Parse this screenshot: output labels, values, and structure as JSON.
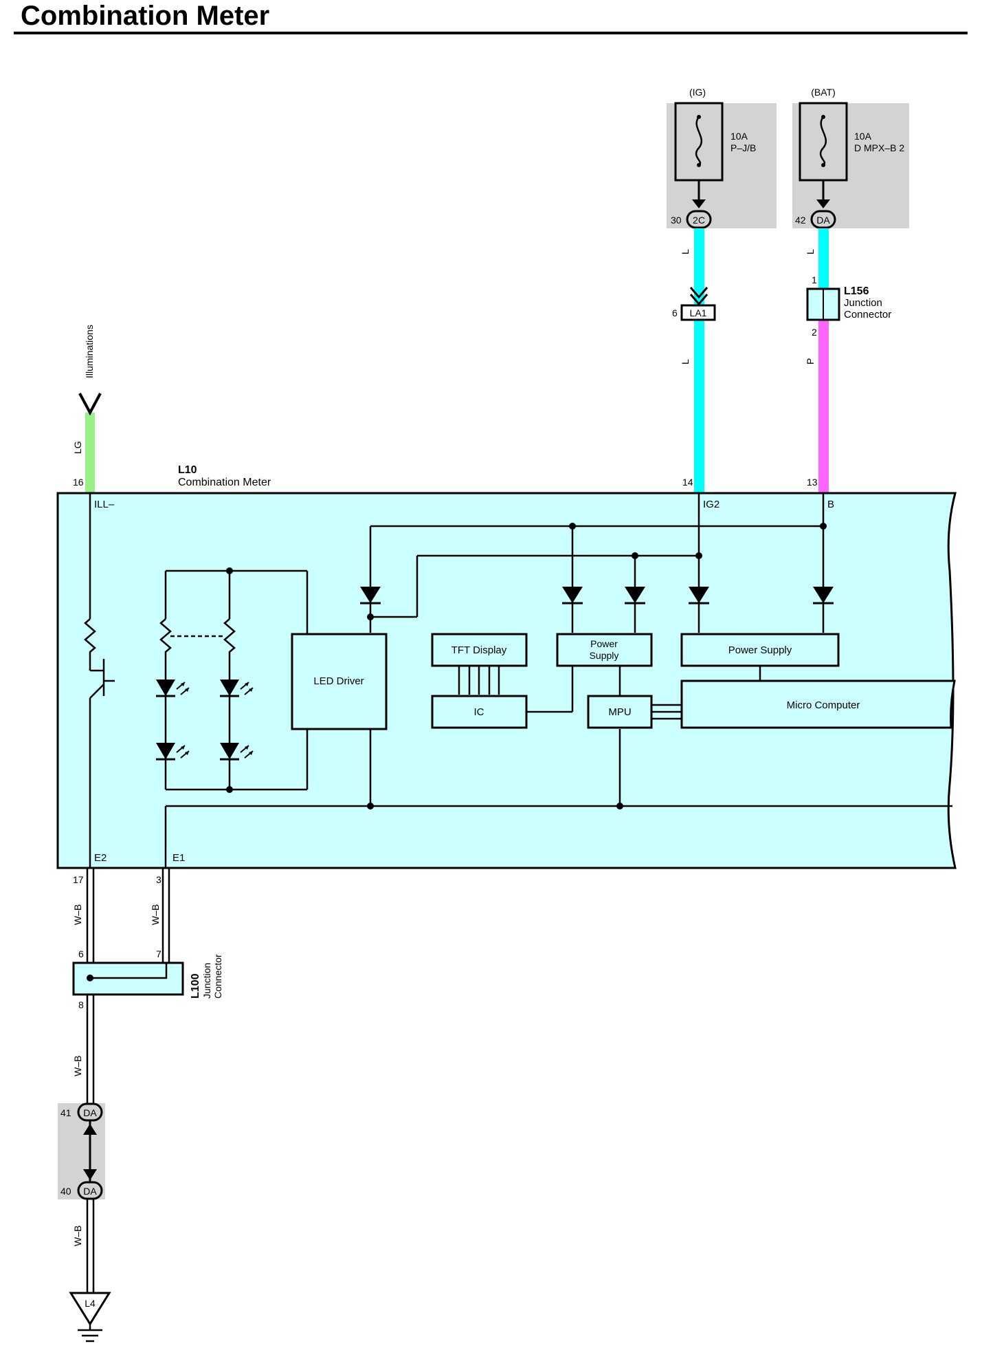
{
  "title": "Combination Meter",
  "colors": {
    "meter_fill": "#ccffff",
    "fuse_box": "#d3d3d3",
    "wire_L": "#00ffff",
    "wire_P": "#ff66ff",
    "wire_LG": "#99ee88"
  },
  "fuses": [
    {
      "source": "(IG)",
      "rating": "10A",
      "name": "P–J/B",
      "pin": "30",
      "connector": "2C"
    },
    {
      "source": "(BAT)",
      "rating": "10A",
      "name": "D MPX–B 2",
      "pin": "42",
      "connector": "DA"
    }
  ],
  "connectors": {
    "la1": {
      "pin": "6",
      "label": "LA1"
    },
    "l156": {
      "id": "L156",
      "name_line1": "Junction",
      "name_line2": "Connector",
      "pin_top": "1",
      "pin_bottom": "2"
    },
    "l100": {
      "id": "L100",
      "name_line1": "Junction",
      "name_line2": "Connector",
      "pin_in1": "6",
      "pin_in2": "7",
      "pin_out": "8"
    },
    "da_upper": {
      "pin": "41",
      "label": "DA"
    },
    "da_lower": {
      "pin": "40",
      "label": "DA"
    },
    "ground": {
      "label": "L4"
    }
  },
  "wire_labels": {
    "L": "L",
    "P": "P",
    "LG": "LG",
    "WB": "W–B"
  },
  "illuminations": "Illuminations",
  "meter": {
    "id": "L10",
    "name": "Combination Meter",
    "pins": {
      "ill": "16",
      "ig2": "14",
      "b": "13",
      "e2": "17",
      "e1": "3"
    },
    "terminals": {
      "ill": "ILL–",
      "ig2": "IG2",
      "b": "B",
      "e2": "E2",
      "e1": "E1"
    },
    "blocks": {
      "led_driver": "LED Driver",
      "tft": "TFT Display",
      "ic": "IC",
      "power_supply_small_1": "Power",
      "power_supply_small_2": "Supply",
      "mpu": "MPU",
      "power_supply": "Power Supply",
      "micro_computer": "Micro Computer"
    }
  }
}
